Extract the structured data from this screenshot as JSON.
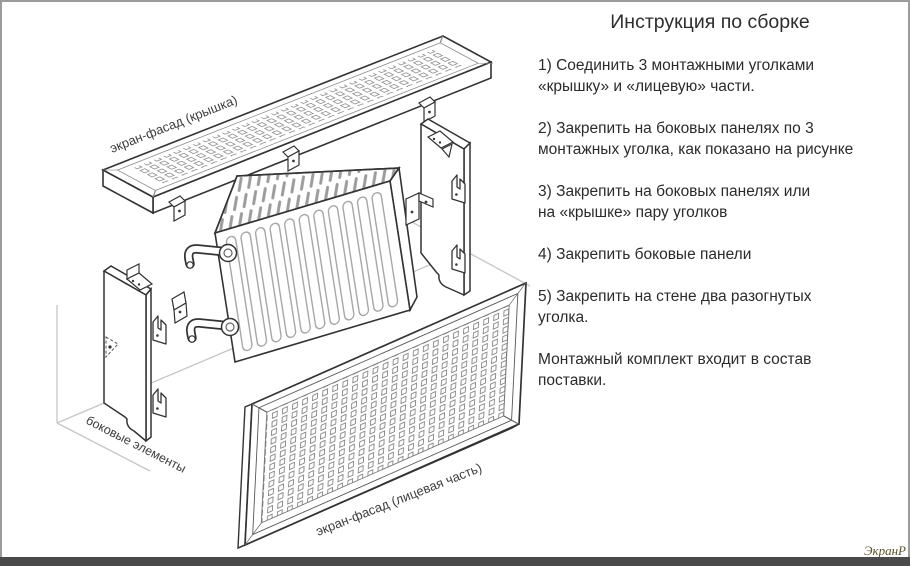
{
  "title": "Инструкция по сборке",
  "instructions": [
    "1) Соединить 3 монтажными уголками\n«крышку» и «лицевую» части.",
    "2) Закрепить на боковых панелях по 3\nмонтажных уголка, как показано на рисунке",
    "3) Закрепить на боковых панелях или\nна «крышке» пару уголков",
    "4) Закрепить боковые панели",
    "5) Закрепить на стене два разогнутых\nуголка.",
    "Монтажный комплект входит в состав\nпоставки."
  ],
  "diagram": {
    "labels": {
      "top_panel": "экран-фасад (крышка)",
      "side_panels": "боковые элементы",
      "front_panel": "экран-фасад (лицевая часть)"
    }
  },
  "signature": "ЭкранР",
  "colors": {
    "background": "#ffffff",
    "line": "#333333",
    "faint_line": "#c6c6c6",
    "text": "#2b2b2b",
    "border": "#9b9b9b",
    "bottom_bar": "#4a4a4a",
    "signature": "#5b5227"
  }
}
